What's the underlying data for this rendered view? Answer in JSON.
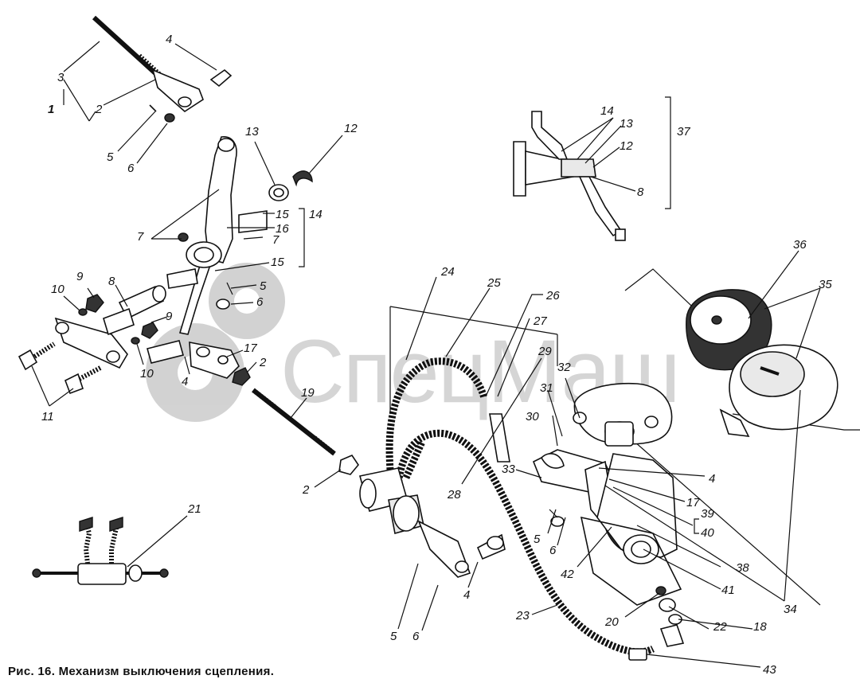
{
  "caption": "Рис. 16. Механизм выключения сцепления.",
  "watermark": "СпецМаш",
  "labels": {
    "l1": "1",
    "l2a": "2",
    "l3": "3",
    "l4a": "4",
    "l5a": "5",
    "l6a": "6",
    "l7a": "7",
    "l7b": "7",
    "l8a": "8",
    "l9a": "9",
    "l9b": "9",
    "l10a": "10",
    "l10b": "10",
    "l11": "11",
    "l12a": "12",
    "l13a": "13",
    "l15a": "15",
    "l15b": "15",
    "l16": "16",
    "l14a": "14",
    "l5b": "5",
    "l6b": "6",
    "l17a": "17",
    "l4b": "4",
    "l2b": "2",
    "l19": "19",
    "l2c": "2",
    "l21": "21",
    "l14b": "14",
    "l13b": "13",
    "l12b": "12",
    "l8b": "8",
    "l37": "37",
    "l24": "24",
    "l25": "25",
    "l26": "26",
    "l27": "27",
    "l29": "29",
    "l28": "28",
    "l32": "32",
    "l31": "31",
    "l30": "30",
    "l33": "33",
    "l36": "36",
    "l35": "35",
    "l4c": "4",
    "l17b": "17",
    "l39": "39",
    "l40": "40",
    "l5c": "5",
    "l6c": "6",
    "l38": "38",
    "l42": "42",
    "l41": "41",
    "l34": "34",
    "l4d": "4",
    "l5d": "5",
    "l6d": "6",
    "l23": "23",
    "l20": "20",
    "l22": "22",
    "l18": "18",
    "l43": "43"
  }
}
